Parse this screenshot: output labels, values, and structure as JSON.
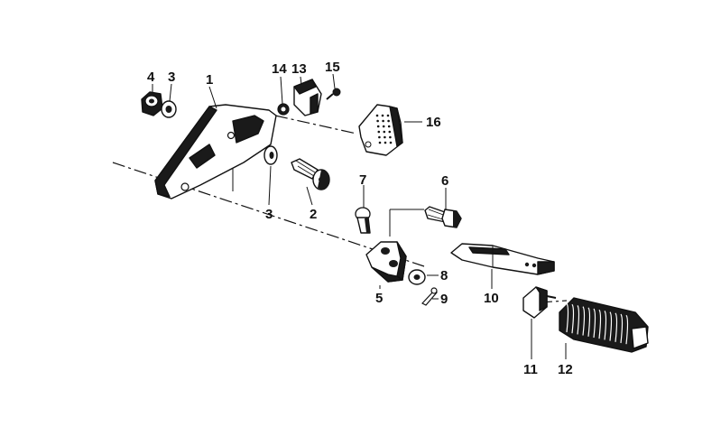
{
  "colors": {
    "line": "#111111",
    "part_fill": "#ffffff",
    "part_shade": "#1a1a1a",
    "background": "#ffffff"
  },
  "parts": [
    {
      "id": "4",
      "label": "4",
      "name": "nut"
    },
    {
      "id": "3a",
      "label": "3",
      "name": "washer"
    },
    {
      "id": "1",
      "label": "1",
      "name": "footrest-bracket"
    },
    {
      "id": "14",
      "label": "14",
      "name": "grommet"
    },
    {
      "id": "13",
      "label": "13",
      "name": "rubber-pad"
    },
    {
      "id": "15",
      "label": "15",
      "name": "screw"
    },
    {
      "id": "16",
      "label": "16",
      "name": "heel-guard-plate"
    },
    {
      "id": "3b",
      "label": "3",
      "name": "washer"
    },
    {
      "id": "2",
      "label": "2",
      "name": "bolt"
    },
    {
      "id": "7",
      "label": "7",
      "name": "pin"
    },
    {
      "id": "6",
      "label": "6",
      "name": "bolt"
    },
    {
      "id": "5",
      "label": "5",
      "name": "footrest-mount"
    },
    {
      "id": "8",
      "label": "8",
      "name": "washer"
    },
    {
      "id": "9",
      "label": "9",
      "name": "cotter-pin"
    },
    {
      "id": "10",
      "label": "10",
      "name": "footrest-carrier"
    },
    {
      "id": "11",
      "label": "11",
      "name": "spring"
    },
    {
      "id": "12",
      "label": "12",
      "name": "footrest-rubber"
    }
  ]
}
